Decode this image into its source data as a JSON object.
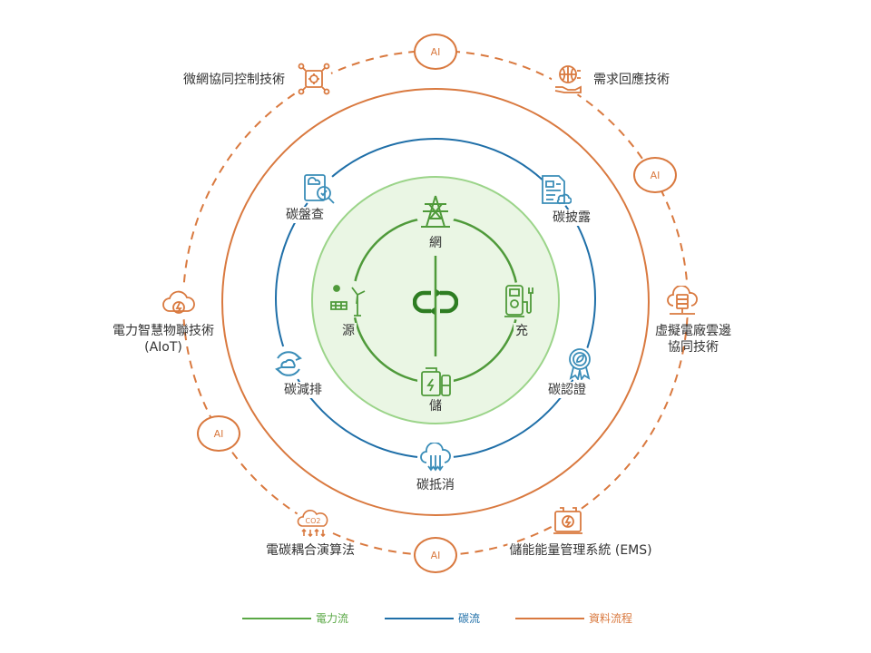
{
  "colors": {
    "power": "#5aa845",
    "carbon": "#1f6fa8",
    "data": "#d9793f",
    "fill": "#eaf6e4"
  },
  "core": {
    "grid": "網",
    "source": "源",
    "charge": "充",
    "storage": "儲"
  },
  "carbon": {
    "inventory": "碳盤查",
    "disclosure": "碳披露",
    "reduction": "碳減排",
    "certification": "碳認證",
    "offset": "碳抵消"
  },
  "tech": {
    "microgrid": "微網協同控制技術",
    "demand_response": "需求回應技術",
    "vpp_line1": "虛擬電廠雲邊",
    "vpp_line2": "協同技術",
    "aiot_line1": "電力智慧物聯技術",
    "aiot_line2": "(AIoT)",
    "coupling": "電碳耦合演算法",
    "ems": "儲能能量管理系統 (EMS)",
    "co2": "CO2"
  },
  "ai_badges": [
    "AI",
    "AI",
    "AI",
    "AI"
  ],
  "legend": {
    "power": "電力流",
    "carbon": "碳流",
    "data": "資料流程"
  }
}
